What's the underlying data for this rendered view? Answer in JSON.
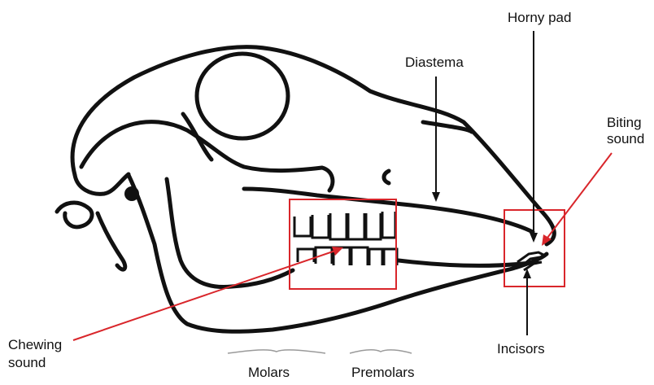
{
  "labels": {
    "horny_pad": "Horny pad",
    "diastema": "Diastema",
    "biting_sound_line1": "Biting",
    "biting_sound_line2": "sound",
    "chewing_sound_line1": "Chewing",
    "chewing_sound_line2": "sound",
    "incisors": "Incisors",
    "molars": "Molars",
    "premolars": "Premolars"
  },
  "colors": {
    "outline": "#111111",
    "highlight": "#d9262b",
    "brace": "#9a9a9a"
  }
}
